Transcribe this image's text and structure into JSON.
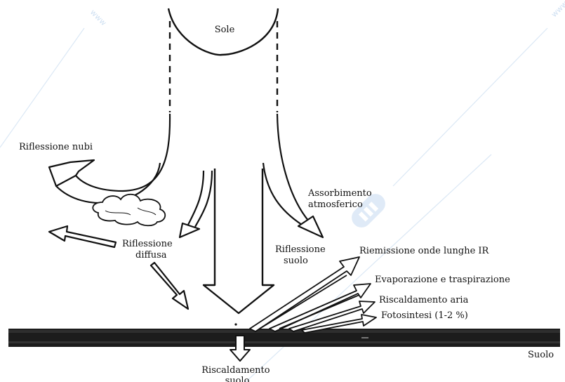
{
  "diagram": {
    "labels": {
      "sun": "Sole",
      "cloud_reflection": "Riflessione nubi",
      "atmospheric_absorption": "Assorbimento\natmosferico",
      "diffuse_reflection": "Riflessione\ndiffusa",
      "ground_reflection": "Riflessione\nsuolo",
      "ir_reemission": "Riemissione onde lunghe IR",
      "evapotranspiration": "Evaporazione e traspirazione",
      "air_heating": "Riscaldamento aria",
      "photosynthesis": "Fotosintesi (1-2 %)",
      "ground": "Suolo",
      "ground_heating": "Riscaldamento\nsuolo"
    },
    "watermark": "www",
    "colors": {
      "ink": "#111111",
      "ground": "#1a1a1a",
      "watermark": "#cfe0f2"
    }
  }
}
